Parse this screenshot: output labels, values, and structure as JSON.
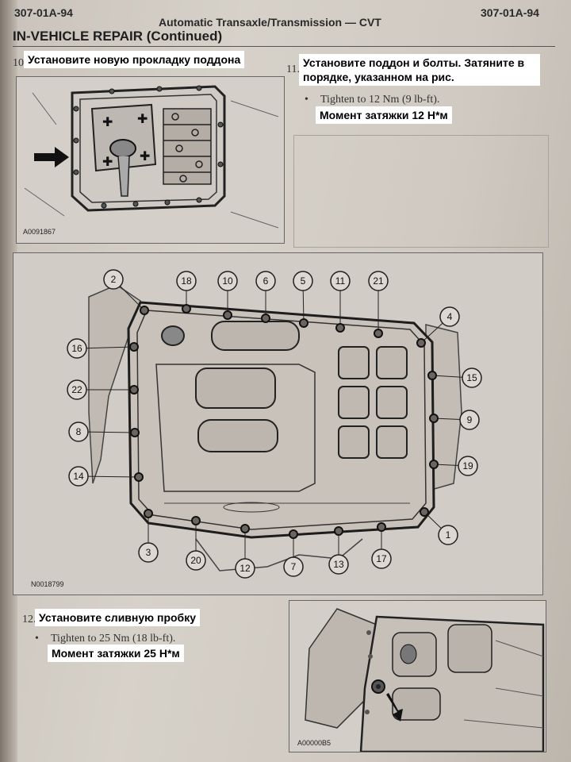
{
  "header": {
    "left": "307-01A-94",
    "center": "Automatic Transaxle/Transmission — CVT",
    "right": "307-01A-94"
  },
  "section_title": "IN-VEHICLE REPAIR (Continued)",
  "steps": {
    "s10": {
      "num": "10.",
      "ru": "Установите новую прокладку поддона",
      "figure_id": "A0091867"
    },
    "s11": {
      "num": "11.",
      "ru": "Установите поддон и болты. Затяните в порядке, указанном на рис.",
      "bullet_en": "Tighten to 12 Nm (9 lb-ft).",
      "bullet_ru": "Момент затяжки 12 Н*м"
    },
    "s12": {
      "num": "12.",
      "ru": "Установите сливную пробку",
      "bullet_en": "Tighten to 25 Nm (18 lb-ft).",
      "bullet_ru": "Момент затяжки 25 Н*м",
      "figure_id": "A00000B5"
    }
  },
  "bolt_figure": {
    "figure_id": "N0018799",
    "labels": [
      "2",
      "18",
      "10",
      "6",
      "5",
      "11",
      "21",
      "4",
      "16",
      "15",
      "22",
      "9",
      "8",
      "19",
      "14",
      "1",
      "3",
      "20",
      "12",
      "7",
      "13",
      "17"
    ]
  },
  "bullet_symbol": "•"
}
